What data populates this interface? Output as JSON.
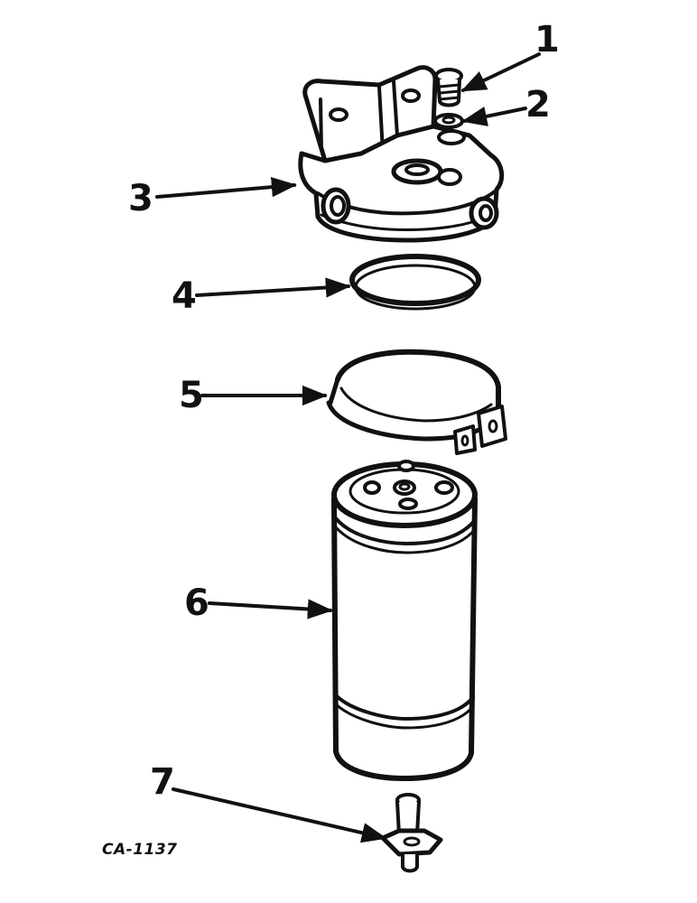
{
  "callouts": [
    {
      "id": "c1",
      "label": "1"
    },
    {
      "id": "c2",
      "label": "2"
    },
    {
      "id": "c3",
      "label": "3"
    },
    {
      "id": "c4",
      "label": "4"
    },
    {
      "id": "c5",
      "label": "5"
    },
    {
      "id": "c6",
      "label": "6"
    },
    {
      "id": "c7",
      "label": "7"
    }
  ],
  "figure_code": "CA-1137",
  "colors": {
    "ink": "#111111",
    "background": "#ffffff"
  }
}
